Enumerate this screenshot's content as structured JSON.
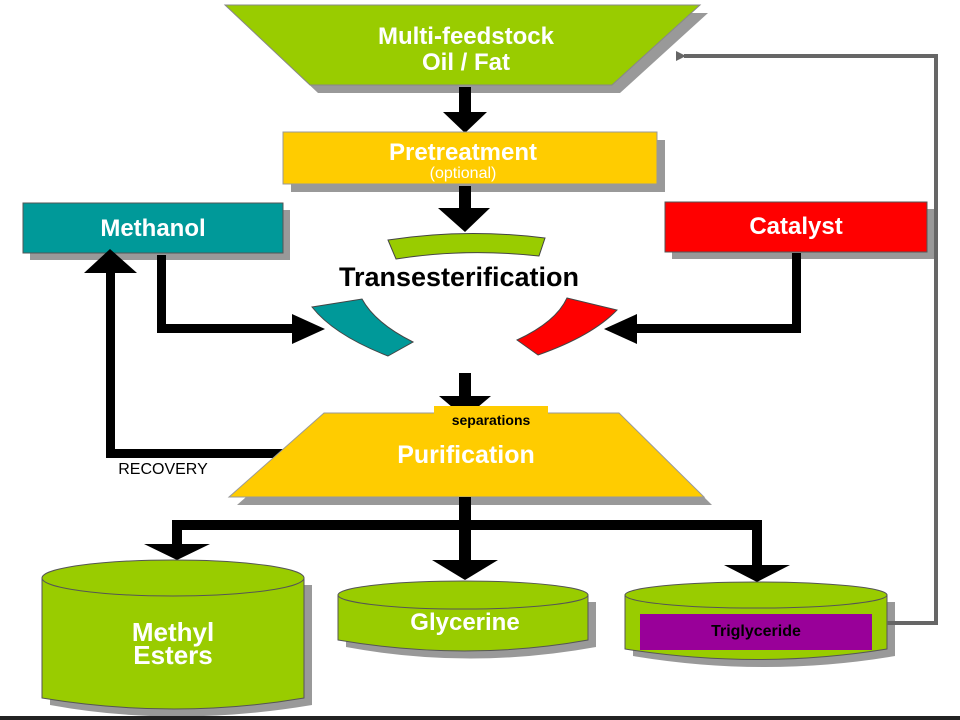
{
  "nodes": {
    "feedstock": {
      "line1": "Multi-feedstock",
      "line2": "Oil / Fat"
    },
    "pretreatment": {
      "line1": "Pretreatment",
      "line2": "(optional)"
    },
    "methanol": {
      "label": "Methanol"
    },
    "catalyst": {
      "label": "Catalyst"
    },
    "transesterification": {
      "label": "Transesterification"
    },
    "purification": {
      "label": "Purification"
    },
    "separations": {
      "label": "separations"
    },
    "recovery": {
      "label": "RECOVERY"
    },
    "methyl_esters": {
      "line1": "Methyl",
      "line2": "Esters"
    },
    "glycerine": {
      "label": "Glycerine"
    },
    "triglyceride": {
      "label": "Triglyceride"
    }
  },
  "colors": {
    "green": "#99cc00",
    "yellow": "#ffcc00",
    "teal": "#009999",
    "red": "#ff0000",
    "purple": "#990099",
    "arrow": "#000000",
    "return_line": "#666666",
    "shadow": "#999999",
    "label_white": "#ffffff"
  }
}
